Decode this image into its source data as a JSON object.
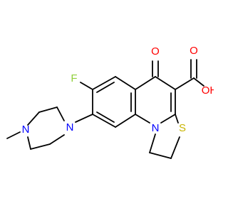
{
  "molecule": {
    "atoms": {
      "fluorine": "F",
      "ketone_oxygen": "O",
      "acid_oxygen_double": "O",
      "hydroxyl": "OH",
      "ring_nitrogen": "N",
      "sulfur": "S",
      "piperazine_n_aryl": "N",
      "piperazine_n_methyl": "N"
    },
    "colors": {
      "carbon_bond": "#000000",
      "oxygen": "#ff0000",
      "nitrogen": "#0000ff",
      "sulfur": "#c8b400",
      "fluorine": "#8fcf3a"
    }
  }
}
